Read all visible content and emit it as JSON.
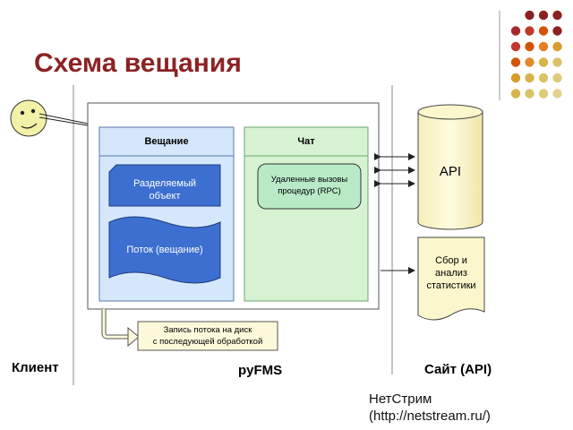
{
  "title": "Схема вещания",
  "sections": {
    "client": "Клиент",
    "server": "pyFMS",
    "site": "Сайт (API)"
  },
  "panels": {
    "broadcast": "Вещание",
    "chat": "Чат"
  },
  "shapes": {
    "shared_object": [
      "Разделяемый",
      "объект"
    ],
    "stream": "Поток (вещание)",
    "rpc": [
      "Удаленные вызовы",
      "процедур (RPC)"
    ],
    "api": "API",
    "stats": [
      "Сбор и",
      "анализ",
      "статистики"
    ],
    "recording": [
      "Запись потока на диск",
      "с последующей обработкой"
    ]
  },
  "footer": {
    "brand": "НетСтрим",
    "url": "(http://netstream.ru/)"
  },
  "colors": {
    "title": "#8b2323",
    "broadcast_panel": "#d5e7fb",
    "chat_panel": "#d6f2d2",
    "blue_shape": "#3d6fd0",
    "rpc_fill": "#b8eac8",
    "yellow_shape": "#fcf6cc",
    "recording_fill": "#fdfadc"
  }
}
